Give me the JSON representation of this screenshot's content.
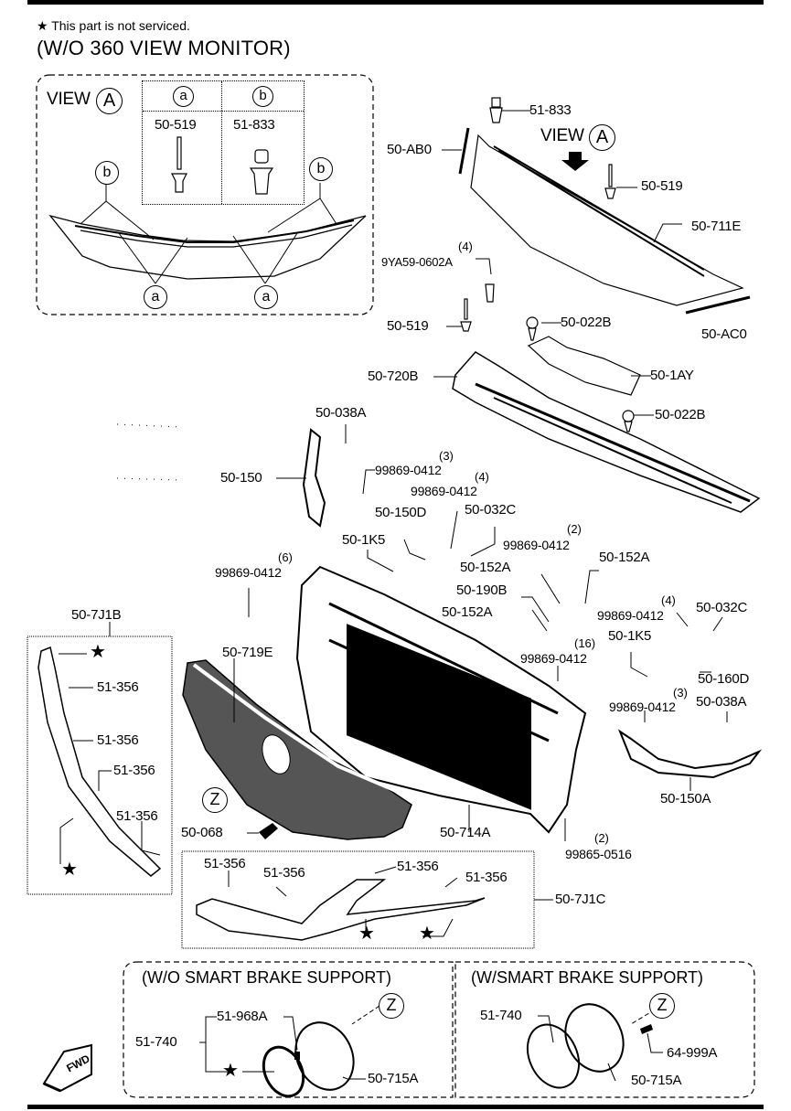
{
  "header": {
    "note_icon": "star-icon",
    "note": "This part is not serviced.",
    "title": "(W/O 360 VIEW MONITOR)"
  },
  "view_a_panel": {
    "view_label": "VIEW",
    "view_id": "A",
    "table": {
      "columns": [
        "a",
        "b"
      ],
      "parts": [
        "50-519",
        "51-833"
      ]
    },
    "callouts": [
      "b",
      "b",
      "a",
      "a"
    ]
  },
  "upper_parts": {
    "p_51_833": "51-833",
    "view_label": "VIEW",
    "view_id": "A",
    "p_50_ab0": "50-AB0",
    "p_50_519_a": "50-519",
    "p_50_711e": "50-711E",
    "qty_9ya59": "(4)",
    "p_9ya59": "9YA59-0602A",
    "p_50_519_b": "50-519",
    "p_50_022b_a": "50-022B",
    "p_50_ac0": "50-AC0",
    "p_50_720b": "50-720B",
    "p_50_1ay": "50-1AY",
    "p_50_022b_b": "50-022B"
  },
  "middle_parts": {
    "p_50_038a": "50-038A",
    "qty_99869_3": "(3)",
    "p_99869_3": "99869-0412",
    "p_50_150": "50-150",
    "qty_99869_4": "(4)",
    "p_99869_4": "99869-0412",
    "p_50_150d": "50-150D",
    "p_50_032c": "50-032C",
    "p_50_1k5": "50-1K5",
    "qty_99869_2": "(2)",
    "p_99869_2": "99869-0412",
    "p_50_152a_1": "50-152A",
    "p_50_152a_2": "50-152A",
    "qty_99869_6": "(6)",
    "p_99869_6": "99869-0412",
    "p_50_190b": "50-190B",
    "p_50_152a_3": "50-152A",
    "qty_99869_4b": "(4)",
    "p_99869_4b": "99869-0412",
    "p_50_032c_b": "50-032C",
    "p_50_1k5_b": "50-1K5",
    "qty_99869_16": "(16)",
    "p_99869_16": "99869-0412",
    "p_50_160d": "50-160D",
    "qty_99869_3b": "(3)",
    "p_99869_3b": "99869-0412",
    "p_50_038a_b": "50-038A",
    "p_50_150a": "50-150A",
    "p_50_7j1b": "50-7J1B",
    "p_50_719e": "50-719E",
    "p_51_356": [
      "51-356",
      "51-356",
      "51-356",
      "51-356"
    ],
    "z_callout": "Z",
    "p_50_068": "50-068",
    "p_50_714a": "50-714A",
    "qty_99865": "(2)",
    "p_99865": "99865-0516"
  },
  "lower_parts": {
    "p_51_356": [
      "51-356",
      "51-356",
      "51-356",
      "51-356"
    ],
    "p_50_7j1c": "50-7J1C"
  },
  "wo_sbs": {
    "title": "(W/O SMART BRAKE SUPPORT)",
    "p_51_968a": "51-968A",
    "p_51_740": "51-740",
    "p_50_715a": "50-715A",
    "z_callout": "Z"
  },
  "w_sbs": {
    "title": "(W/SMART BRAKE SUPPORT)",
    "p_51_740": "51-740",
    "p_64_999a": "64-999A",
    "p_50_715a": "50-715A",
    "z_callout": "Z"
  },
  "fwd_label": "FWD"
}
